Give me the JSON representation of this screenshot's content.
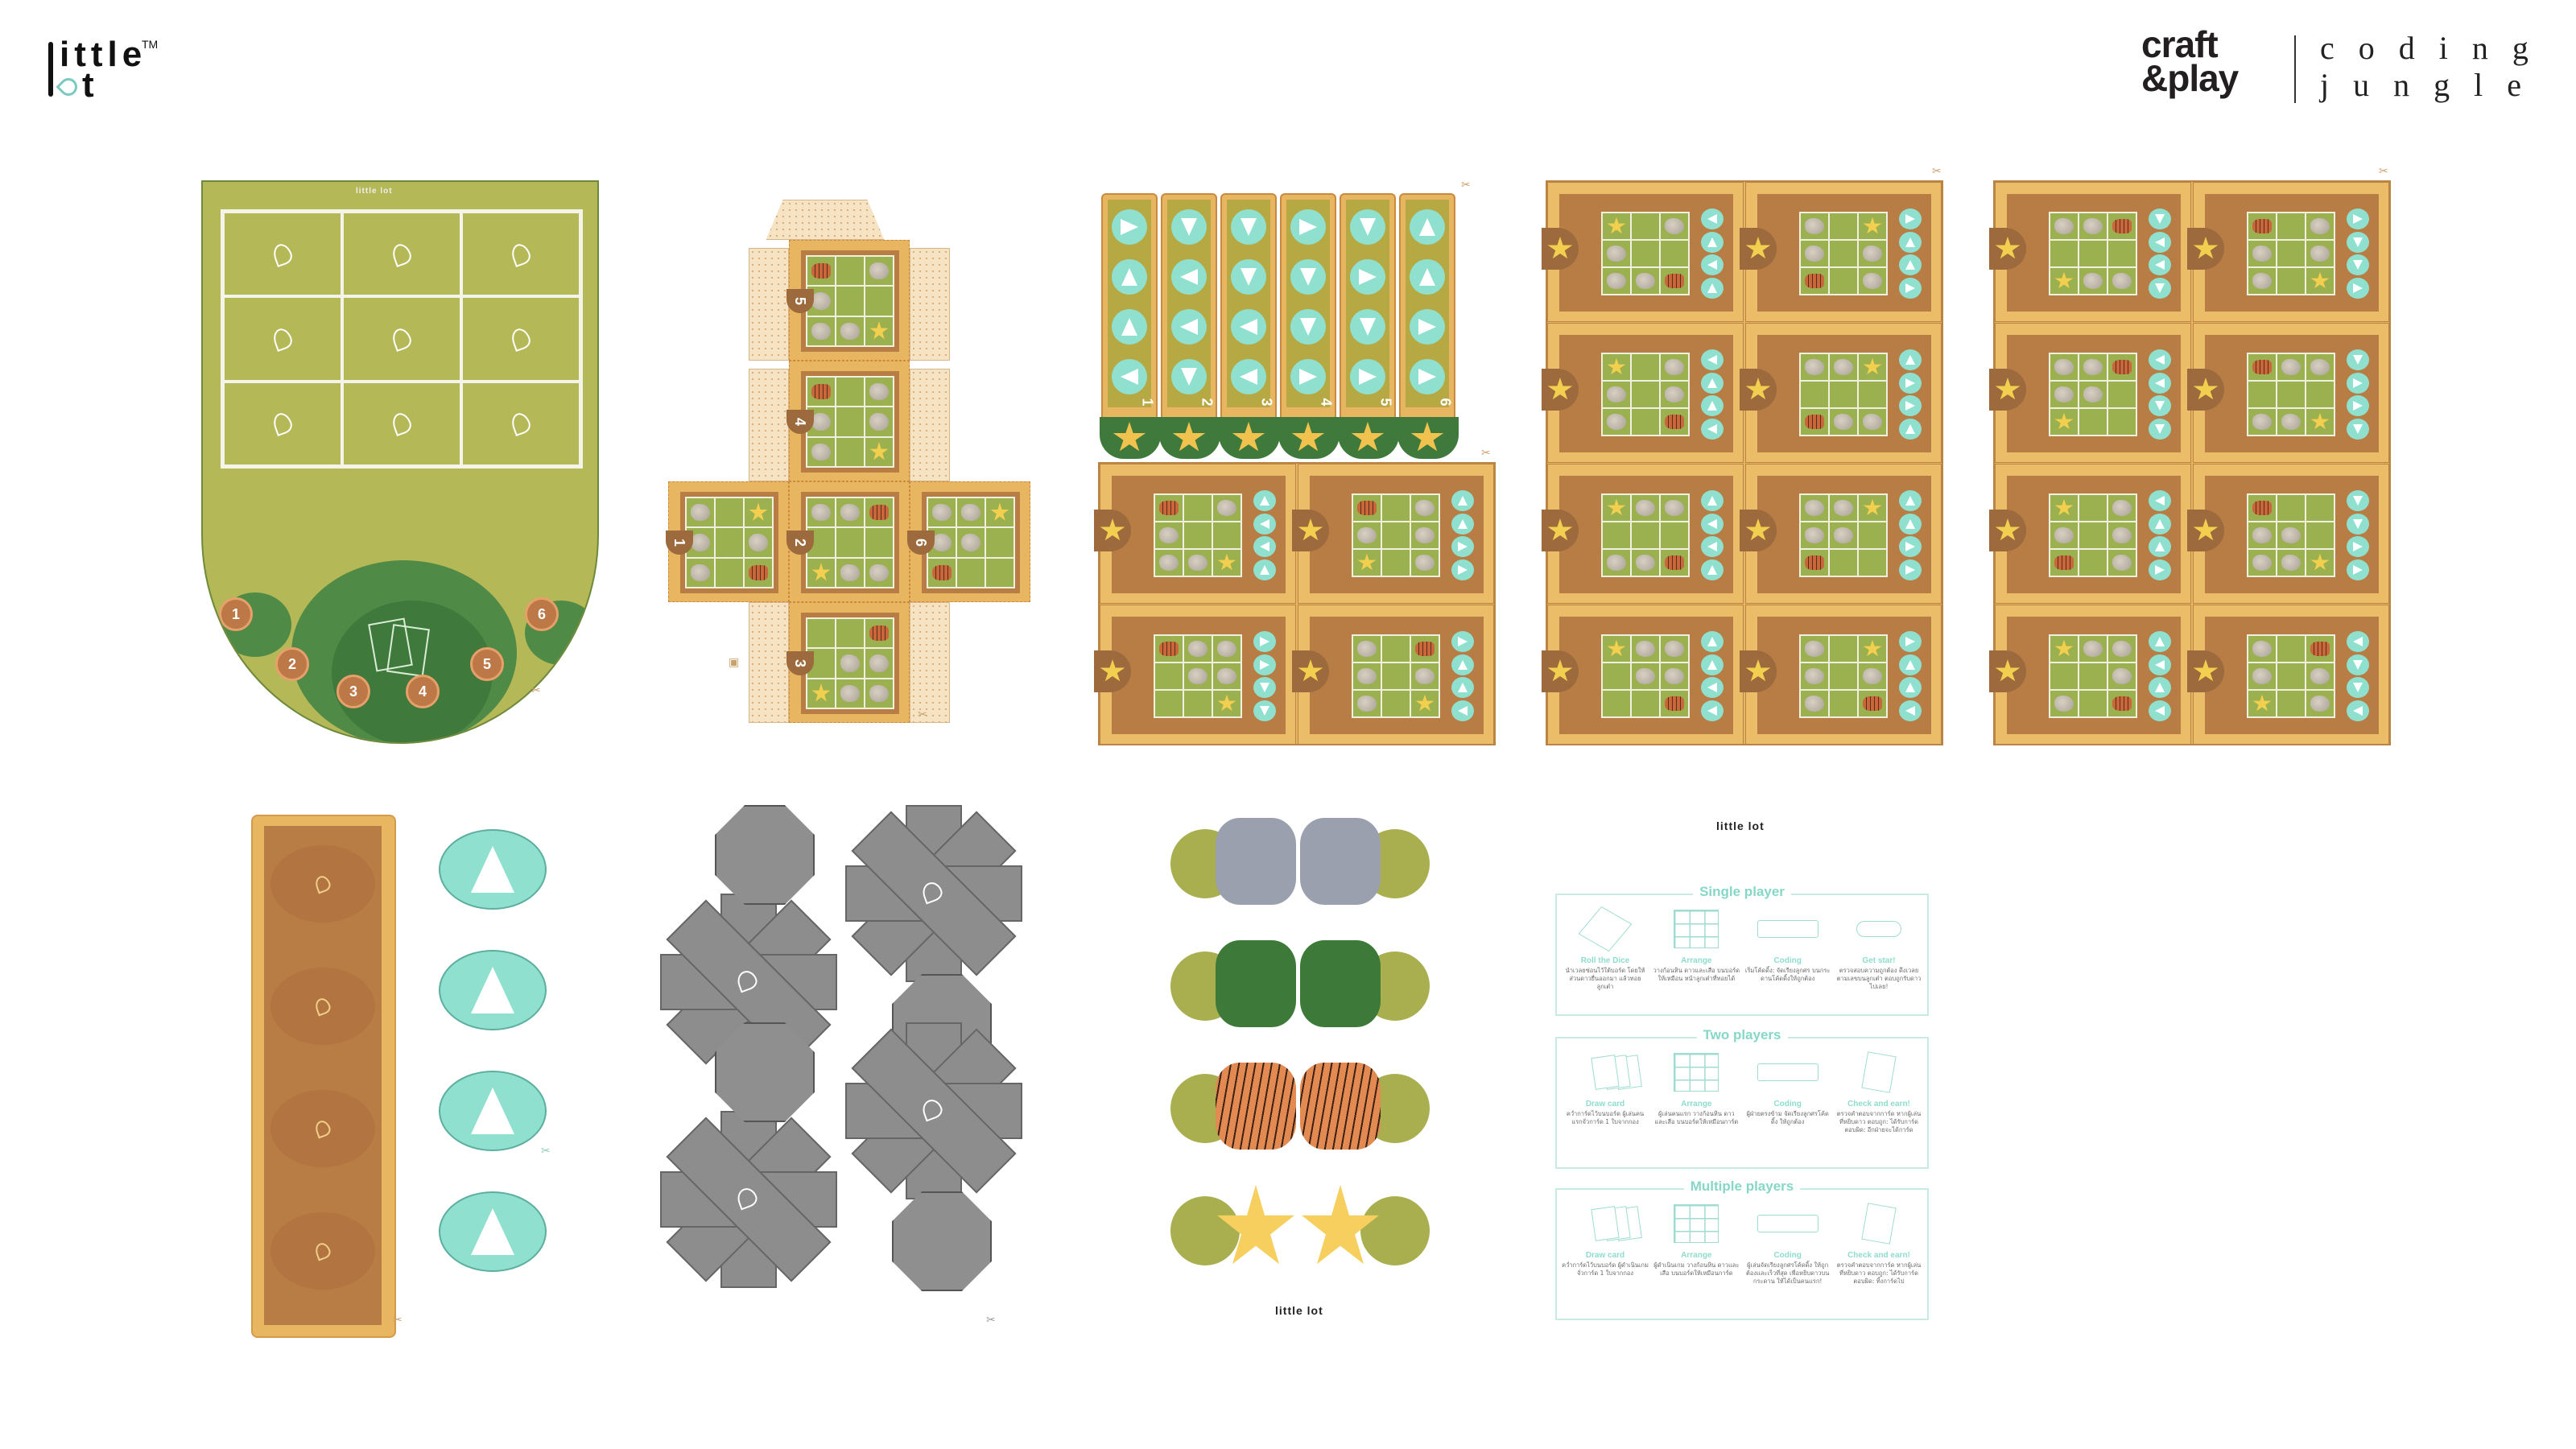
{
  "brand": {
    "left_logo": {
      "top": "ittle",
      "bottom": "t",
      "tm": "TM",
      "leaf_color": "#7cc9bf"
    },
    "right_logo": {
      "craft": "craft",
      "play": "&play",
      "coding": "coding",
      "jungle": "jungle"
    }
  },
  "colors": {
    "grass": "#b4b857",
    "sand": "#e8b660",
    "dirt": "#b87d45",
    "teal_token": "#8fe0cf",
    "star": "#f2cf4f",
    "instruction_teal": "#86d7c7"
  },
  "board": {
    "logo": "little lot",
    "grid_rows": 3,
    "grid_cols": 3,
    "cell_icon": "leaf-icon",
    "number_tokens": [
      "1",
      "2",
      "3",
      "4",
      "5",
      "6"
    ]
  },
  "cube": {
    "faces": [
      {
        "num": "5",
        "cells": [
          "tiger",
          "",
          "rock",
          "rock",
          "",
          "",
          "rock",
          "rock",
          "star"
        ]
      },
      {
        "num": "4",
        "cells": [
          "tiger",
          "",
          "rock",
          "rock",
          "",
          "rock",
          "rock",
          "",
          "star"
        ]
      },
      {
        "num": "1",
        "cells": [
          "rock",
          "",
          "star",
          "rock",
          "",
          "rock",
          "rock",
          "",
          "tiger"
        ]
      },
      {
        "num": "2",
        "cells": [
          "rock",
          "rock",
          "tiger",
          "",
          "",
          "",
          "star",
          "rock",
          "rock"
        ]
      },
      {
        "num": "6",
        "cells": [
          "rock",
          "rock",
          "star",
          "rock",
          "rock",
          "",
          "tiger",
          "",
          ""
        ]
      },
      {
        "num": "3",
        "cells": [
          "",
          "",
          "tiger",
          "",
          "rock",
          "rock",
          "star",
          "rock",
          "rock"
        ]
      }
    ]
  },
  "strips": [
    {
      "num": "1",
      "arrows": [
        "right",
        "up",
        "up",
        "left"
      ]
    },
    {
      "num": "2",
      "arrows": [
        "down",
        "left",
        "left",
        "down"
      ]
    },
    {
      "num": "3",
      "arrows": [
        "down",
        "down",
        "left",
        "left"
      ]
    },
    {
      "num": "4",
      "arrows": [
        "right",
        "down",
        "down",
        "right"
      ]
    },
    {
      "num": "5",
      "arrows": [
        "down",
        "right",
        "down",
        "right"
      ]
    },
    {
      "num": "6",
      "arrows": [
        "up",
        "up",
        "right",
        "right"
      ]
    }
  ],
  "card_sheets": [
    {
      "name": "sheet-a",
      "cards": [
        {
          "cells": [
            "tiger",
            "",
            "rock",
            "rock",
            "",
            "",
            "rock",
            "rock",
            "star"
          ],
          "arrows": [
            "up",
            "left",
            "left",
            "up"
          ]
        },
        {
          "cells": [
            "tiger",
            "",
            "rock",
            "rock",
            "",
            "rock",
            "star",
            "",
            "rock"
          ],
          "arrows": [
            "up",
            "up",
            "right",
            "right"
          ]
        },
        {
          "cells": [
            "tiger",
            "rock",
            "rock",
            "",
            "rock",
            "rock",
            "",
            "",
            "star"
          ],
          "arrows": [
            "right",
            "right",
            "down",
            "down"
          ]
        },
        {
          "cells": [
            "rock",
            "",
            "tiger",
            "rock",
            "",
            "rock",
            "rock",
            "",
            "star"
          ],
          "arrows": [
            "right",
            "up",
            "up",
            "left"
          ]
        }
      ]
    },
    {
      "name": "sheet-b",
      "cards": [
        {
          "cells": [
            "star",
            "",
            "rock",
            "rock",
            "",
            "",
            "rock",
            "rock",
            "tiger"
          ],
          "arrows": [
            "left",
            "up",
            "left",
            "up"
          ]
        },
        {
          "cells": [
            "rock",
            "",
            "star",
            "rock",
            "",
            "rock",
            "tiger",
            "",
            "rock"
          ],
          "arrows": [
            "right",
            "up",
            "up",
            "right"
          ]
        },
        {
          "cells": [
            "star",
            "",
            "rock",
            "rock",
            "",
            "rock",
            "rock",
            "",
            "tiger"
          ],
          "arrows": [
            "left",
            "up",
            "up",
            "left"
          ]
        },
        {
          "cells": [
            "rock",
            "rock",
            "star",
            "",
            "",
            "",
            "tiger",
            "rock",
            "rock"
          ],
          "arrows": [
            "up",
            "right",
            "right",
            "up"
          ]
        },
        {
          "cells": [
            "star",
            "rock",
            "rock",
            "",
            "",
            "",
            "rock",
            "rock",
            "tiger"
          ],
          "arrows": [
            "up",
            "left",
            "left",
            "up"
          ]
        },
        {
          "cells": [
            "rock",
            "rock",
            "star",
            "rock",
            "rock",
            "",
            "tiger",
            "",
            ""
          ],
          "arrows": [
            "up",
            "up",
            "right",
            "right"
          ]
        },
        {
          "cells": [
            "star",
            "rock",
            "rock",
            "",
            "rock",
            "rock",
            "",
            "",
            "tiger"
          ],
          "arrows": [
            "up",
            "up",
            "left",
            "left"
          ]
        },
        {
          "cells": [
            "rock",
            "",
            "star",
            "rock",
            "",
            "rock",
            "rock",
            "",
            "tiger"
          ],
          "arrows": [
            "right",
            "up",
            "up",
            "left"
          ]
        }
      ]
    },
    {
      "name": "sheet-c",
      "cards": [
        {
          "cells": [
            "rock",
            "rock",
            "tiger",
            "",
            "",
            "",
            "star",
            "rock",
            "rock"
          ],
          "arrows": [
            "down",
            "left",
            "left",
            "down"
          ]
        },
        {
          "cells": [
            "tiger",
            "",
            "rock",
            "rock",
            "",
            "rock",
            "rock",
            "",
            "star"
          ],
          "arrows": [
            "right",
            "down",
            "down",
            "right"
          ]
        },
        {
          "cells": [
            "rock",
            "rock",
            "tiger",
            "rock",
            "rock",
            "",
            "star",
            "",
            ""
          ],
          "arrows": [
            "left",
            "left",
            "down",
            "down"
          ]
        },
        {
          "cells": [
            "tiger",
            "rock",
            "rock",
            "",
            "",
            "",
            "rock",
            "rock",
            "star"
          ],
          "arrows": [
            "down",
            "right",
            "right",
            "down"
          ]
        },
        {
          "cells": [
            "star",
            "",
            "rock",
            "rock",
            "",
            "rock",
            "tiger",
            "",
            "rock"
          ],
          "arrows": [
            "left",
            "up",
            "up",
            "right"
          ]
        },
        {
          "cells": [
            "tiger",
            "",
            "",
            "rock",
            "rock",
            "",
            "rock",
            "rock",
            "star"
          ],
          "arrows": [
            "down",
            "down",
            "right",
            "right"
          ]
        },
        {
          "cells": [
            "star",
            "rock",
            "rock",
            "",
            "",
            "rock",
            "rock",
            "",
            "tiger"
          ],
          "arrows": [
            "up",
            "left",
            "up",
            "left"
          ]
        },
        {
          "cells": [
            "rock",
            "",
            "tiger",
            "rock",
            "",
            "rock",
            "star",
            "",
            "rock"
          ],
          "arrows": [
            "left",
            "down",
            "down",
            "left"
          ]
        }
      ]
    }
  ],
  "tray": {
    "slots": 4,
    "logo": "little lot"
  },
  "arrow_tokens": [
    "up",
    "up",
    "up",
    "up"
  ],
  "rock_nets": 4,
  "animals": [
    {
      "name": "elephant"
    },
    {
      "name": "turtle"
    },
    {
      "name": "tiger"
    },
    {
      "name": "star"
    }
  ],
  "instructions": {
    "logo": "little lot",
    "sections": [
      {
        "title": "Single player",
        "steps": [
          {
            "name": "Roll the Dice",
            "desc": "นำเวลยซ่อนไว้ใต้บอร์ด โดยให้ส่วนดาวยื่นออกมา แล้วทอยลูกเต๋า",
            "icon": "dice-icon"
          },
          {
            "name": "Arrange",
            "desc": "วางก้อนหิน ดาวและเสือ บนบอร์ดให้เหมือน หน้าลูกเต๋าที่ทอยได้",
            "icon": "grid-hand-icon"
          },
          {
            "name": "Coding",
            "desc": "เริ่มโค้ดดิ้ง: จัดเรียงลูกศร บนกระดานโค้ดดิ้งให้ถูกต้อง",
            "icon": "coding-strip-icon"
          },
          {
            "name": "Get star!",
            "desc": "ตรวจสอบความถูกต้อง ดึงเวลยตามเลขบนลูกเต๋า ตอบถูกรับดาวไปเลย!",
            "icon": "star-strip-icon"
          }
        ]
      },
      {
        "title": "Two players",
        "steps": [
          {
            "name": "Draw card",
            "desc": "คว่ำการ์ดไว้บนบอร์ด ผู้เล่นคนแรกจั่วการ์ด 1 ใบจากกอง",
            "icon": "cards-icon"
          },
          {
            "name": "Arrange",
            "desc": "ผู้เล่นคนแรก วางก้อนหิน ดาวและเสือ บนบอร์ดให้เหมือนการ์ด",
            "icon": "grid-hand-icon"
          },
          {
            "name": "Coding",
            "desc": "ผู้ฝ่ายตรงข้าม จัดเรียงลูกศรโค้ดดิ้ง ให้ถูกต้อง",
            "icon": "coding-strip-icon"
          },
          {
            "name": "Check and earn!",
            "desc": "ตรวจคำตอบจากการ์ด หากผู้เล่นที่หยิบดาว ตอบถูก: ได้รับการ์ด ตอบผิด: อีกฝ่ายจะได้การ์ด",
            "icon": "star-card-icon"
          }
        ]
      },
      {
        "title": "Multiple players",
        "steps": [
          {
            "name": "Draw card",
            "desc": "คว่ำการ์ดไว้บนบอร์ด ผู้ดำเนินเกมจั่วการ์ด 1 ใบจากกอง",
            "icon": "cards-icon"
          },
          {
            "name": "Arrange",
            "desc": "ผู้ดำเนินเกม วางก้อนหิน ดาวและเสือ บนบอร์ดให้เหมือนการ์ด",
            "icon": "grid-hand-icon"
          },
          {
            "name": "Coding",
            "desc": "ผู้เล่นจัดเรียงลูกศรโค้ดดิ้ง ให้ถูกต้องและเร็วที่สุด เพื่อหยิบดาวบนกระดาน ให้ได้เป็นคนแรก!",
            "icon": "coding-strip-icon"
          },
          {
            "name": "Check and earn!",
            "desc": "ตรวจคำตอบจากการ์ด หากผู้เล่นที่หยิบดาว ตอบถูก: ได้รับการ์ด ตอบผิด: ทิ้งการ์ดไป",
            "icon": "star-card-icon"
          }
        ]
      }
    ]
  },
  "footer_logo": "little lot"
}
